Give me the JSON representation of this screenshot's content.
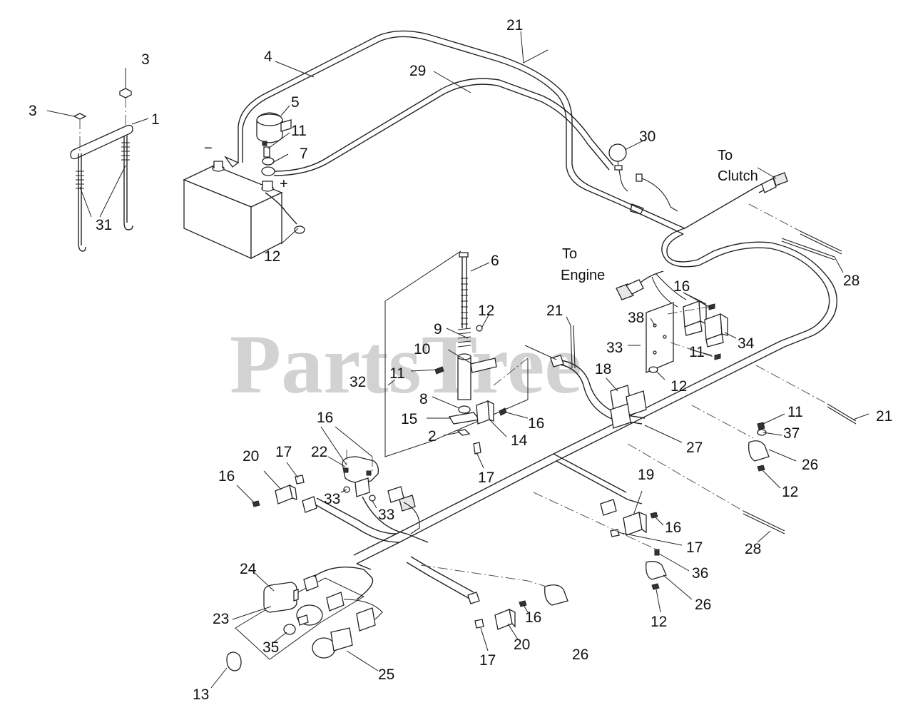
{
  "watermark": "PartsTree",
  "notes": {
    "to_clutch_line1": "To",
    "to_clutch_line2": "Clutch",
    "to_engine_line1": "To",
    "to_engine_line2": "Engine",
    "battery_negative": "−",
    "battery_positive": "+"
  },
  "callouts": [
    {
      "id": "c1",
      "text": "1"
    },
    {
      "id": "c3a",
      "text": "3"
    },
    {
      "id": "c3b",
      "text": "3"
    },
    {
      "id": "c31",
      "text": "31"
    },
    {
      "id": "c4",
      "text": "4"
    },
    {
      "id": "c5",
      "text": "5"
    },
    {
      "id": "c11a",
      "text": "11"
    },
    {
      "id": "c7",
      "text": "7"
    },
    {
      "id": "c12a",
      "text": "12"
    },
    {
      "id": "c21a",
      "text": "21"
    },
    {
      "id": "c29",
      "text": "29"
    },
    {
      "id": "c30",
      "text": "30"
    },
    {
      "id": "c28a",
      "text": "28"
    },
    {
      "id": "c6",
      "text": "6"
    },
    {
      "id": "c12b",
      "text": "12"
    },
    {
      "id": "c9",
      "text": "9"
    },
    {
      "id": "c10",
      "text": "10"
    },
    {
      "id": "c11b",
      "text": "11"
    },
    {
      "id": "c32",
      "text": "32"
    },
    {
      "id": "c8",
      "text": "8"
    },
    {
      "id": "c15",
      "text": "15"
    },
    {
      "id": "c2",
      "text": "2"
    },
    {
      "id": "c16a",
      "text": "16"
    },
    {
      "id": "c14",
      "text": "14"
    },
    {
      "id": "c17a",
      "text": "17"
    },
    {
      "id": "c16b",
      "text": "16"
    },
    {
      "id": "c38",
      "text": "38"
    },
    {
      "id": "c33a",
      "text": "33"
    },
    {
      "id": "c34",
      "text": "34"
    },
    {
      "id": "c11c",
      "text": "11"
    },
    {
      "id": "c12c",
      "text": "12"
    },
    {
      "id": "c21b",
      "text": "21"
    },
    {
      "id": "c18",
      "text": "18"
    },
    {
      "id": "c27",
      "text": "27"
    },
    {
      "id": "c21c",
      "text": "21"
    },
    {
      "id": "c11d",
      "text": "11"
    },
    {
      "id": "c37",
      "text": "37"
    },
    {
      "id": "c26a",
      "text": "26"
    },
    {
      "id": "c12d",
      "text": "12"
    },
    {
      "id": "c16c",
      "text": "16"
    },
    {
      "id": "c22",
      "text": "22"
    },
    {
      "id": "c20a",
      "text": "20"
    },
    {
      "id": "c17b",
      "text": "17"
    },
    {
      "id": "c16d",
      "text": "16"
    },
    {
      "id": "c33b",
      "text": "33"
    },
    {
      "id": "c33c",
      "text": "33"
    },
    {
      "id": "c19",
      "text": "19"
    },
    {
      "id": "c16e",
      "text": "16"
    },
    {
      "id": "c17c",
      "text": "17"
    },
    {
      "id": "c28b",
      "text": "28"
    },
    {
      "id": "c36",
      "text": "36"
    },
    {
      "id": "c26b",
      "text": "26"
    },
    {
      "id": "c12e",
      "text": "12"
    },
    {
      "id": "c24",
      "text": "24"
    },
    {
      "id": "c23",
      "text": "23"
    },
    {
      "id": "c35",
      "text": "35"
    },
    {
      "id": "c16f",
      "text": "16"
    },
    {
      "id": "c20b",
      "text": "20"
    },
    {
      "id": "c17d",
      "text": "17"
    },
    {
      "id": "c26c",
      "text": "26"
    },
    {
      "id": "c25",
      "text": "25"
    },
    {
      "id": "c13",
      "text": "13"
    }
  ]
}
